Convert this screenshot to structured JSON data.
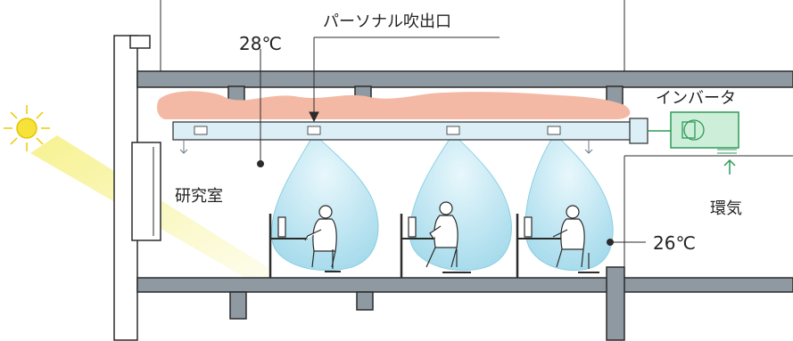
{
  "labels": {
    "personal_outlet": "パーソナル吹出口",
    "ceiling_temp": "28℃",
    "room_name": "研究室",
    "inverter": "インバータ",
    "return_air": "環気",
    "occupant_temp": "26℃"
  },
  "colors": {
    "wall": "#8f99a2",
    "wall_outline": "#2b2b2b",
    "duct": "#dceef6",
    "warm_air": "#f4b9a4",
    "cool_air": "#a8dcec",
    "sun": "#f4e02a",
    "sunbeam": "#f3ee7e",
    "inverter_unit": "#cdeed8",
    "inverter_line": "#2e9a5a"
  },
  "icons": [
    "sun-icon",
    "personal-outlet-icon",
    "inverter-unit-icon",
    "person-at-desk-icon",
    "office-chair-icon"
  ]
}
